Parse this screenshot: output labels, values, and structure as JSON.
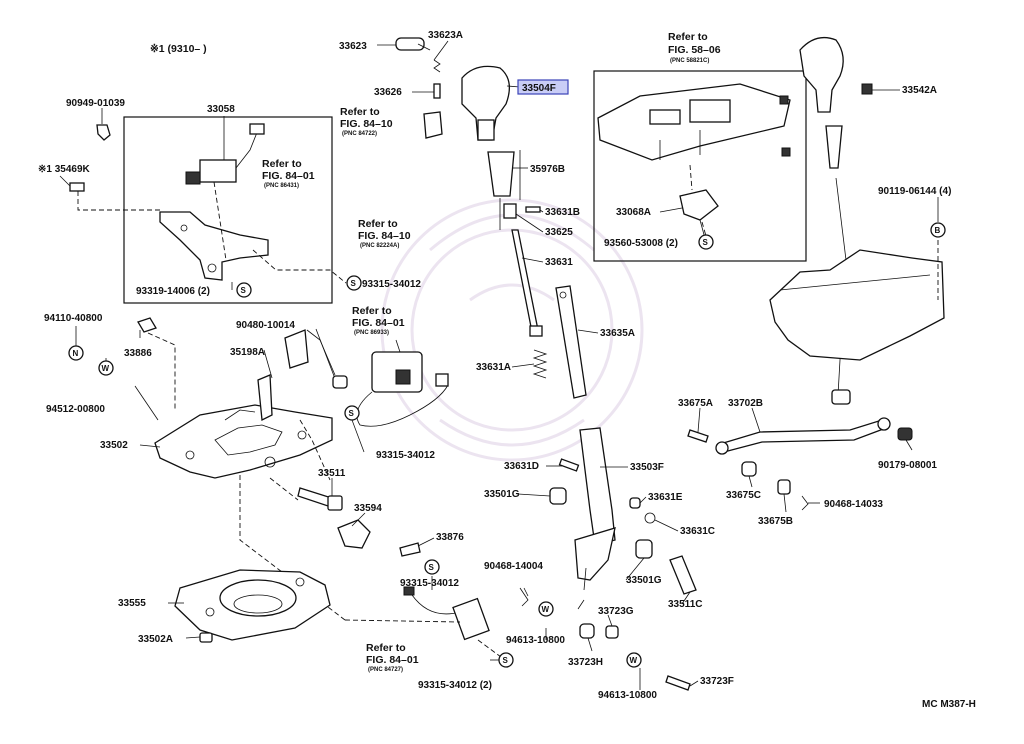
{
  "figure_code": "MC M387-H",
  "header_note": "※1 (9310–     )",
  "highlight_part": "33504F",
  "colors": {
    "highlight_fill": "#c9cdf6",
    "highlight_stroke": "#3b44b8",
    "line": "#111111"
  },
  "symbols": {
    "s": "S",
    "w": "W",
    "n": "N",
    "b": "B"
  },
  "labels": {
    "p33623": "33623",
    "p33623A": "33623A",
    "p33626": "33626",
    "p33504F": "33504F",
    "p35976B": "35976B",
    "p33631B": "33631B",
    "p33625": "33625",
    "p33631": "33631",
    "p33635A": "33635A",
    "p33631A": "33631A",
    "p33631D": "33631D",
    "p33503F": "33503F",
    "p33631E": "33631E",
    "p33631C": "33631C",
    "p33501G_a": "33501G",
    "p33501G_b": "33501G",
    "p33511C": "33511C",
    "p90468_14004": "90468-14004",
    "p33723G": "33723G",
    "p94613_10800_a": "94613-10800",
    "p33723H": "33723H",
    "p94613_10800_b": "94613-10800",
    "p33723F": "33723F",
    "p90949_01039": "90949-01039",
    "p33058": "33058",
    "p35469K": "※1 35469K",
    "p93319_14006": "93319-14006 (2)",
    "p93315_34012_a": "93315-34012",
    "p94110_40800": "94110-40800",
    "p33886": "33886",
    "p94512_00800": "94512-00800",
    "p90480_10014": "90480-10014",
    "p35198A": "35198A",
    "p33502": "33502",
    "p93315_34012_b": "93315-34012",
    "p33511": "33511",
    "p33594": "33594",
    "p33876": "33876",
    "p93315_34012_c": "93315-34012",
    "p33555": "33555",
    "p33502A": "33502A",
    "p93315_34012_d": "93315-34012 (2)",
    "p33068A": "33068A",
    "p93560_53008": "93560-53008 (2)",
    "p33542A": "33542A",
    "p90119_06144": "90119-06144 (4)",
    "p33675A": "33675A",
    "p33702B": "33702B",
    "p90179_08001": "90179-08001",
    "p33675C": "33675C",
    "p33675B": "33675B",
    "p90468_14033": "90468-14033"
  },
  "references": {
    "r1": {
      "line1": "Refer to",
      "line2": "FIG. 84–10",
      "pnc": "(PNC 84722)"
    },
    "r2": {
      "line1": "Refer to",
      "line2": "FIG. 84–01",
      "pnc": "(PNC 86431)"
    },
    "r3": {
      "line1": "Refer to",
      "line2": "FIG. 84–10",
      "pnc": "(PNC 82224A)"
    },
    "r4": {
      "line1": "Refer to",
      "line2": "FIG. 84–01",
      "pnc": "(PNC 86933)"
    },
    "r5": {
      "line1": "Refer to",
      "line2": "FIG. 58–06",
      "pnc": "(PNC 58821C)"
    },
    "r6": {
      "line1": "Refer to",
      "line2": "FIG. 84–01",
      "pnc": "(PNC 84727)"
    }
  }
}
